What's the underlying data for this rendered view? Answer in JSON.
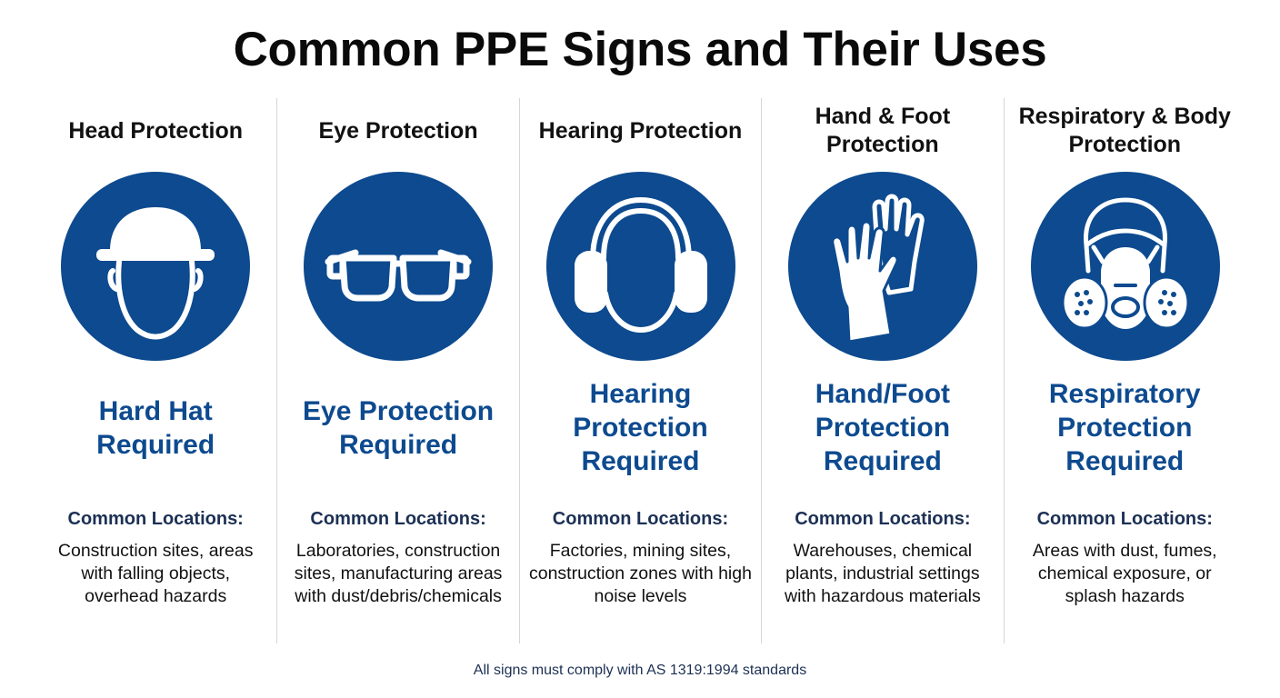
{
  "title": "Common PPE Signs and Their Uses",
  "colors": {
    "sign_blue": "#0d4a8f",
    "text_dark": "#111111",
    "navy_label": "#1c3054"
  },
  "signs": [
    {
      "category": "Head Protection",
      "icon": "hard-hat-icon",
      "requirement": "Hard Hat Required",
      "locations_label": "Common Locations:",
      "locations": "Construction sites, areas with falling objects, overhead hazards"
    },
    {
      "category": "Eye Protection",
      "icon": "safety-goggles-icon",
      "requirement": "Eye Protection Required",
      "locations_label": "Common Locations:",
      "locations": "Laboratories, construction sites, manufacturing areas with dust/debris/chemicals"
    },
    {
      "category": "Hearing Protection",
      "icon": "ear-muffs-icon",
      "requirement": "Hearing Protection Required",
      "locations_label": "Common Locations:",
      "locations": "Factories, mining sites, construction zones with high noise levels"
    },
    {
      "category": "Hand & Foot Protection",
      "icon": "gloves-icon",
      "requirement": "Hand/Foot Protection Required",
      "locations_label": "Common Locations:",
      "locations": "Warehouses, chemical plants, industrial settings with hazardous materials"
    },
    {
      "category": "Respiratory & Body Protection",
      "icon": "respirator-mask-icon",
      "requirement": "Respiratory Protection Required",
      "locations_label": "Common Locations:",
      "locations": "Areas with dust, fumes, chemical exposure, or splash hazards"
    }
  ],
  "footer": "All signs must comply with AS 1319:1994 standards"
}
